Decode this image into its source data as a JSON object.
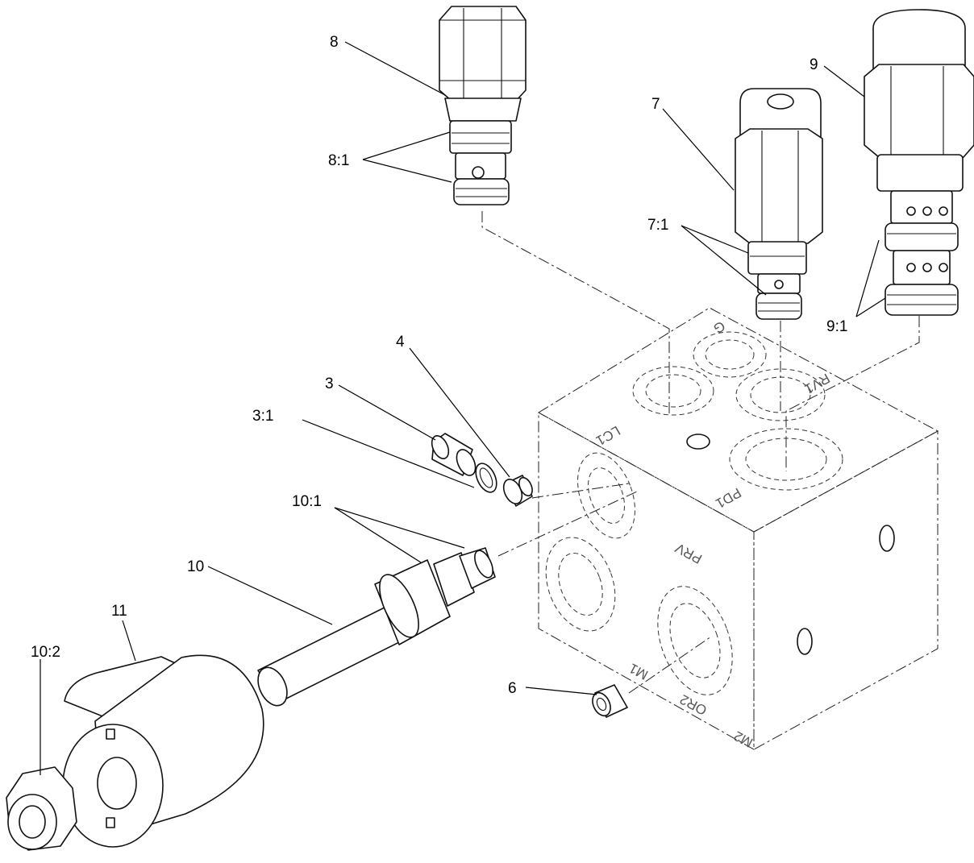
{
  "callouts": {
    "c8": "8",
    "c8_1": "8:1",
    "c7": "7",
    "c7_1": "7:1",
    "c9": "9",
    "c9_1": "9:1",
    "c4": "4",
    "c3": "3",
    "c3_1": "3:1",
    "c10_1": "10:1",
    "c10": "10",
    "c11": "11",
    "c10_2": "10:2",
    "c6": "6"
  },
  "port_labels": {
    "g": "G",
    "rv1": "RV1",
    "lc1": "LC1",
    "pd1": "PD1",
    "prv": "PRV",
    "m1": "M1",
    "or2": "OR2",
    "m2": "M2"
  }
}
